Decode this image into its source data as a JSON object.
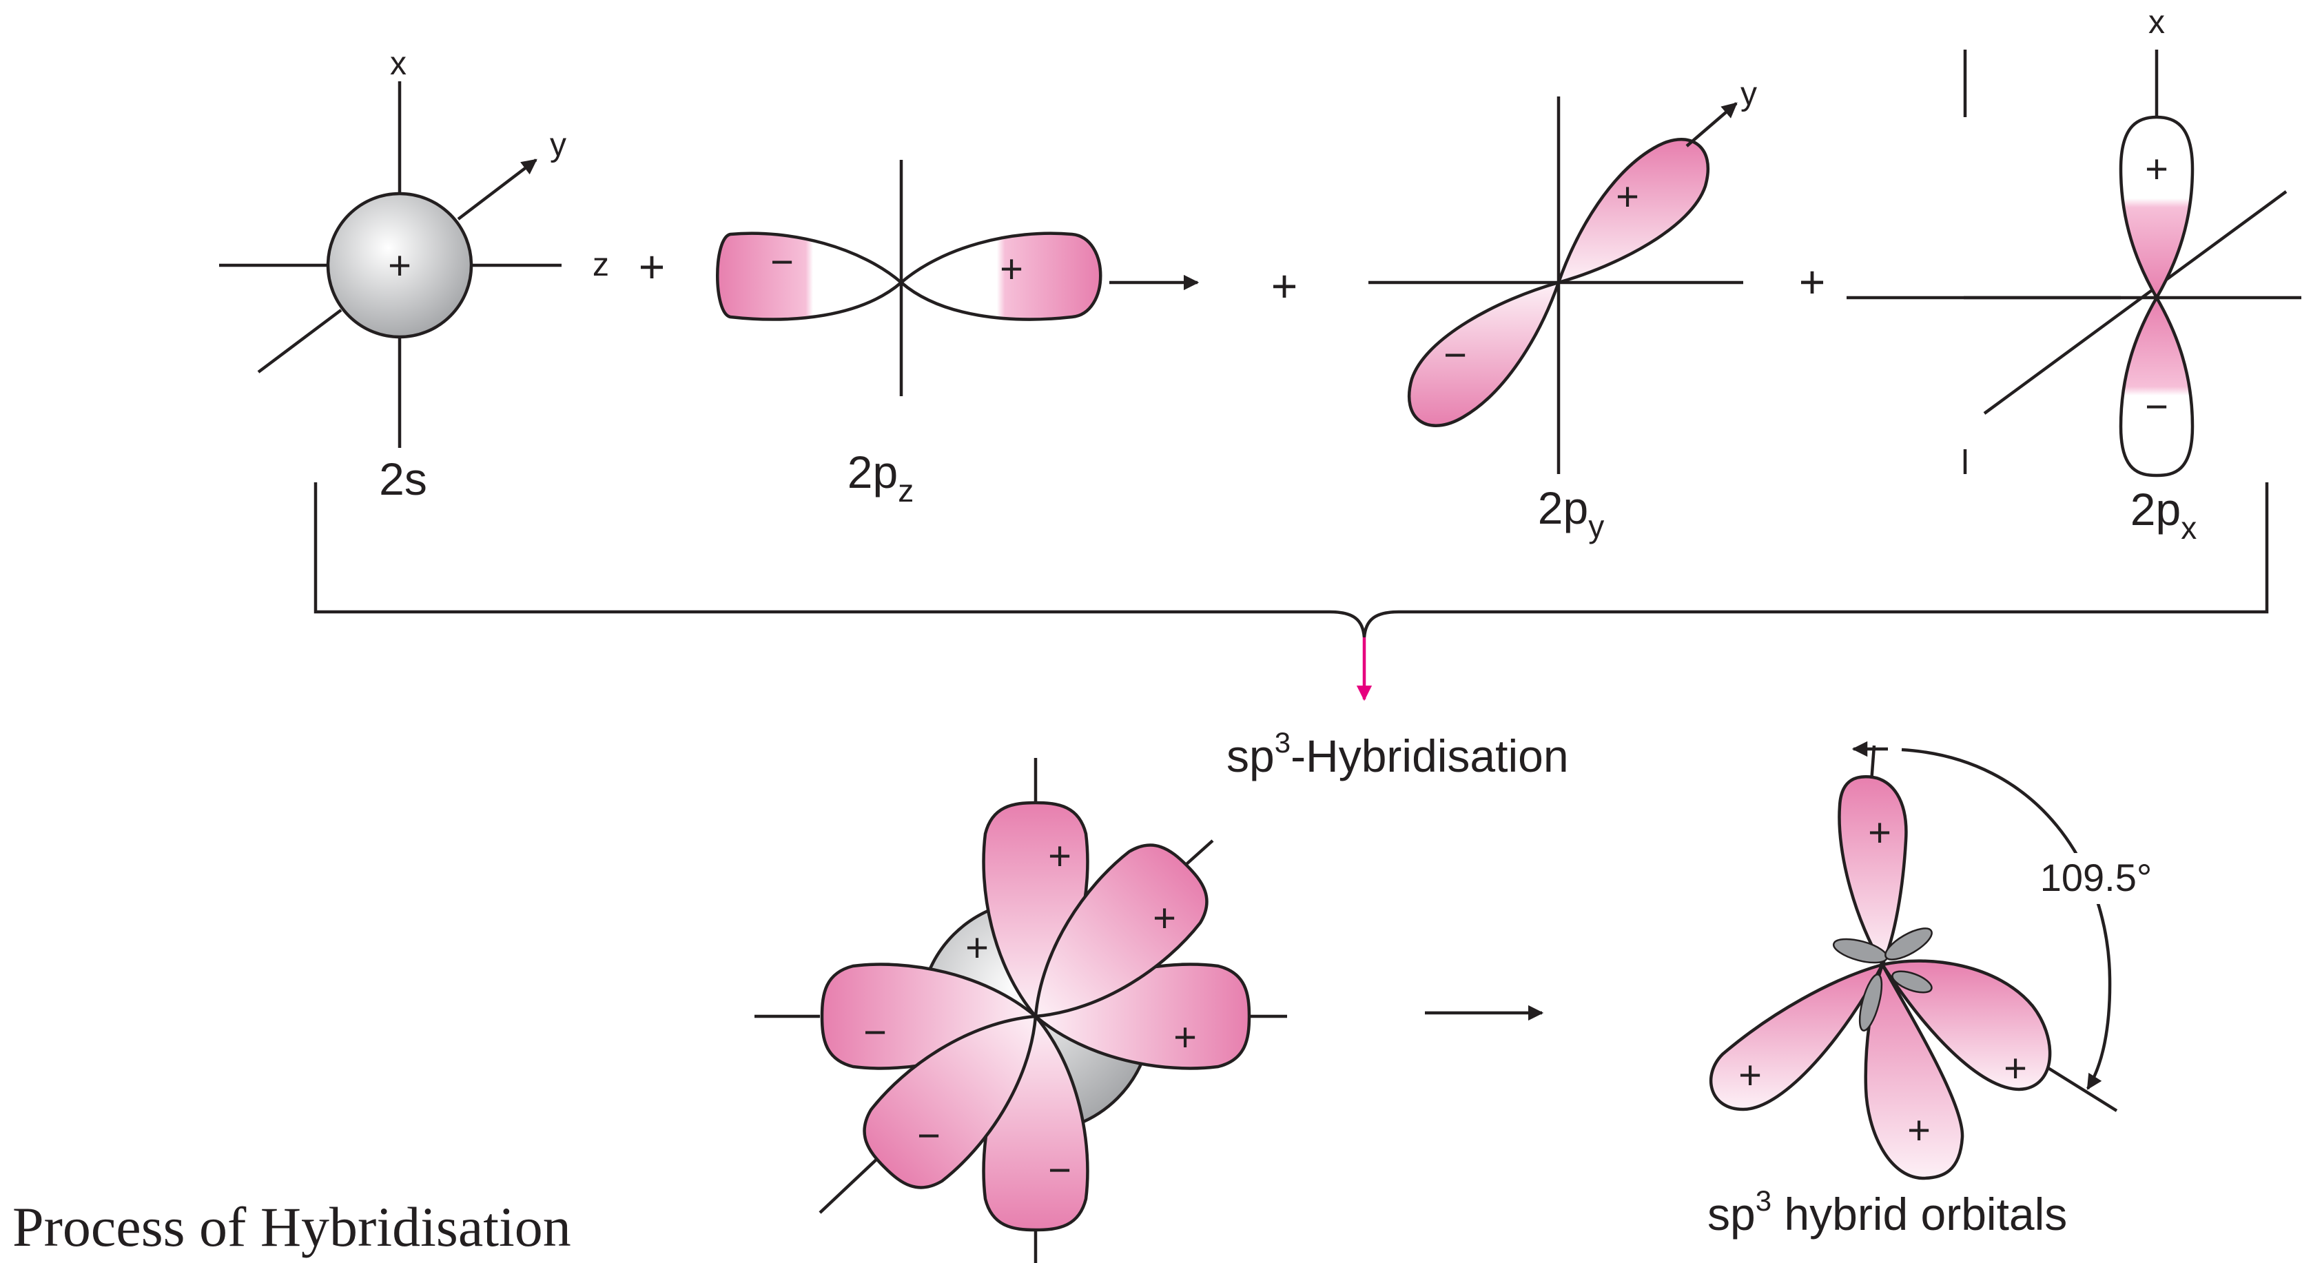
{
  "caption": "Process of Hybridisation",
  "orbitals": {
    "s": {
      "label": "2s",
      "sign": "+",
      "axes": {
        "x": "x",
        "y": "y",
        "z": "z"
      }
    },
    "pz": {
      "label_main": "2p",
      "label_sub": "z",
      "neg": "−",
      "pos": "+"
    },
    "py": {
      "label_main": "2p",
      "label_sub": "y",
      "neg": "−",
      "pos": "+",
      "axis": "y"
    },
    "px": {
      "label_main": "2p",
      "label_sub": "x",
      "neg": "−",
      "pos": "+",
      "axis": "x"
    }
  },
  "operators": {
    "plus": "+"
  },
  "process": {
    "prefix": "sp",
    "sup": "3",
    "suffix": "-Hybridisation"
  },
  "combined": {
    "signs": [
      {
        "id": "tr",
        "text": "+"
      },
      {
        "id": "rt",
        "text": "+"
      },
      {
        "id": "r",
        "text": "+"
      },
      {
        "id": "tl",
        "text": "+"
      },
      {
        "id": "l",
        "text": "−"
      },
      {
        "id": "bl",
        "text": "−"
      },
      {
        "id": "b",
        "text": "−"
      }
    ]
  },
  "hybrid": {
    "label_prefix": "sp",
    "label_sup": "3",
    "label_suffix": " hybrid orbitals",
    "angle": "109.5°",
    "signs": [
      "+",
      "+",
      "+",
      "+"
    ]
  },
  "colors": {
    "pink": "#e77fae",
    "grey": "#bcbec0",
    "magenta_arrow": "#e6007e",
    "line": "#231f20"
  }
}
